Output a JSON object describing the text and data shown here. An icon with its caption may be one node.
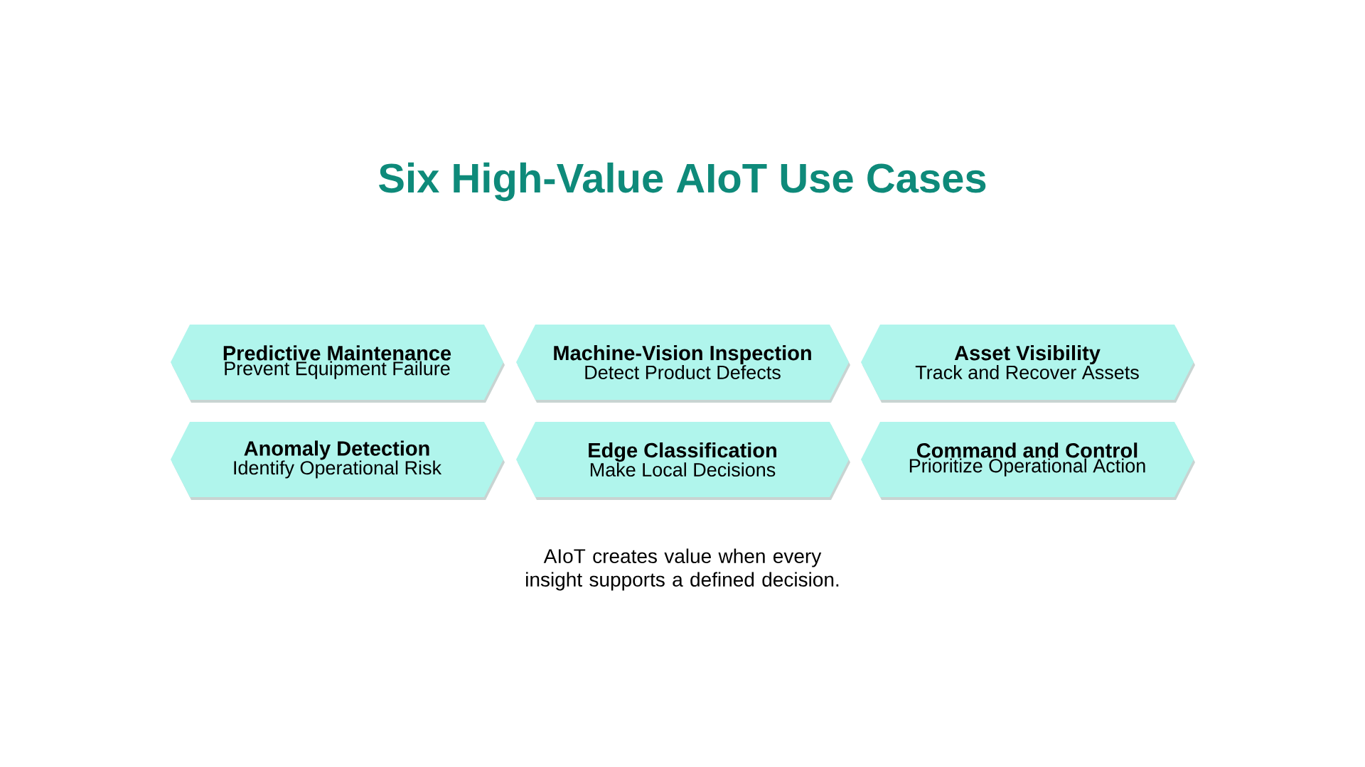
{
  "diagram": {
    "title": "Six High-Value AIoT Use Cases",
    "nodes": [
      {
        "text": [
          "Predictive Maintenance",
          "Prevent Equipment Failure"
        ]
      },
      {
        "text": [
          "Machine-Vision Inspection",
          "Detect Product Defects"
        ]
      },
      {
        "text": [
          "Asset Visibility",
          "Track and Recover Assets"
        ]
      },
      {
        "text": [
          "Anomaly Detection",
          "Identify Operational Risk"
        ]
      },
      {
        "text": [
          "Edge Classification",
          "Make Local Decisions"
        ]
      },
      {
        "text": [
          "Command and Control",
          "Prioritize Operational Action"
        ]
      }
    ],
    "caption": "AIoT creates value when every insight supports a defined decision."
  }
}
